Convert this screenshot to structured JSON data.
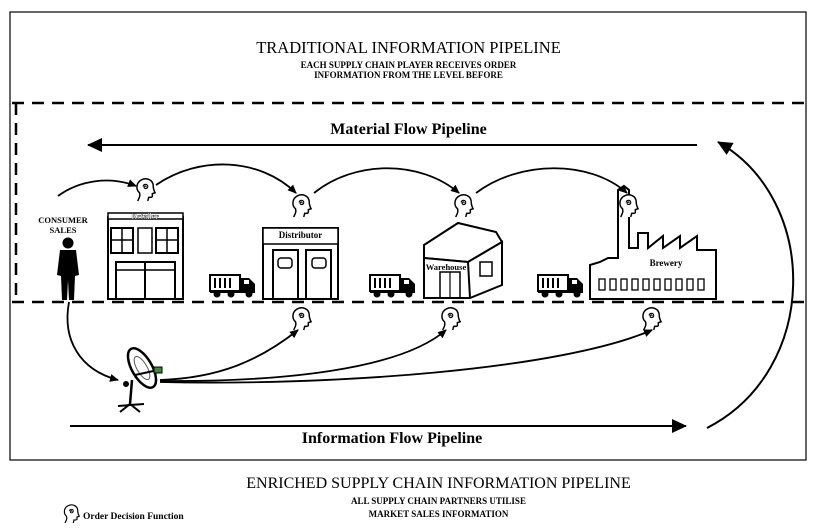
{
  "top": {
    "title": "TRADITIONAL INFORMATION PIPELINE",
    "sub_line1": "EACH SUPPLY CHAIN PLAYER RECEIVES ORDER",
    "sub_line2": "INFORMATION FROM THE LEVEL BEFORE"
  },
  "flows": {
    "material": "Material Flow Pipeline",
    "information": "Information Flow Pipeline"
  },
  "consumer": {
    "line1": "CONSUMER",
    "line2": "SALES"
  },
  "nodes": {
    "retailer": "Retailer",
    "distributor": "Distributor",
    "warehouse": "Warehouse",
    "brewery": "Brewery"
  },
  "bottom": {
    "title": "ENRICHED SUPPLY CHAIN  INFORMATION PIPELINE",
    "sub_line1": "ALL SUPPLY CHAIN PARTNERS UTILISE",
    "sub_line2": "MARKET SALES INFORMATION"
  },
  "legend": {
    "label": "Order Decision Function",
    "icon": "head-icon"
  }
}
